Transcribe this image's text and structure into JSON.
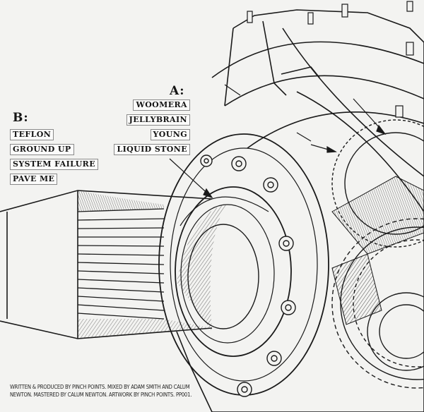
{
  "side_a": {
    "heading": "A:",
    "tracks": [
      "WOOMERA",
      "JELLYBRAIN",
      "YOUNG",
      "LIQUID STONE"
    ]
  },
  "side_b": {
    "heading": "B:",
    "tracks": [
      "TEFLON",
      "GROUND UP",
      "SYSTEM FAILURE",
      "PAVE ME"
    ]
  },
  "credits": "WRITTEN & PRODUCED BY PINCH POINTS. MIXED BY ADAM SMITH AND CALUM NEWTON. MASTERED BY CALUM NEWTON. ARTWORK BY PINCH POINTS. PP001.",
  "colors": {
    "paper": "#f3f3f1",
    "ink": "#1a1a1a"
  }
}
